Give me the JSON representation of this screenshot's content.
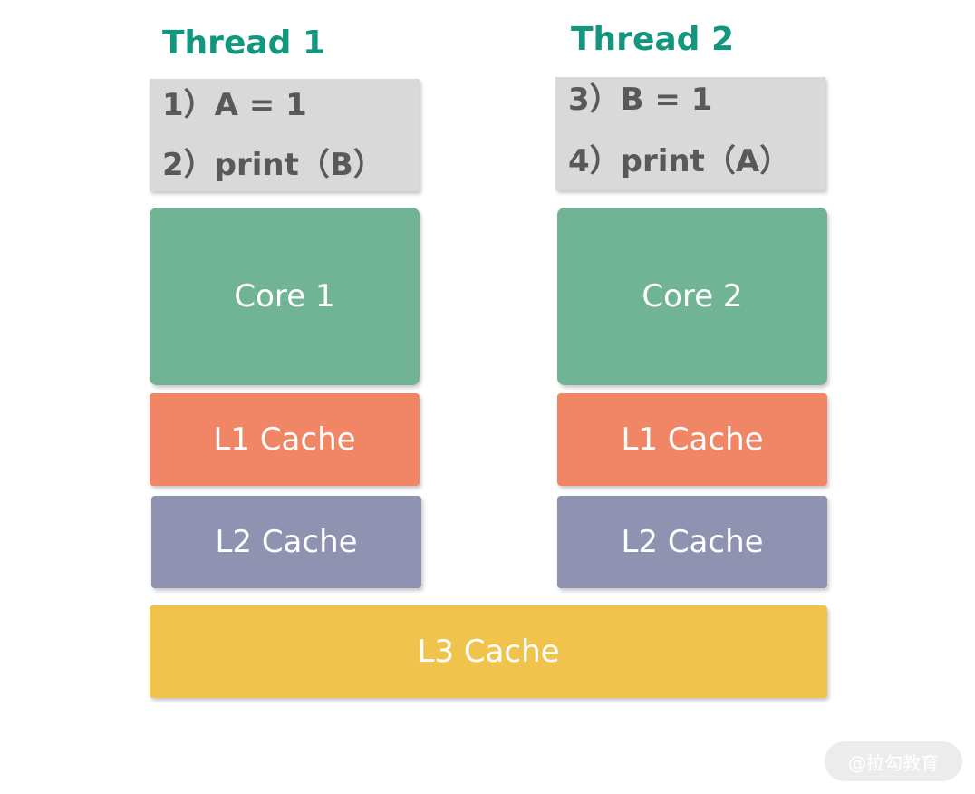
{
  "threads": [
    {
      "title": "Thread 1",
      "code": [
        "1）A = 1",
        "2）print（B）"
      ],
      "core": "Core 1",
      "l1": "L1 Cache",
      "l2": "L2 Cache"
    },
    {
      "title": "Thread 2",
      "code": [
        "3）B = 1",
        "4）print（A）"
      ],
      "core": "Core 2",
      "l1": "L1 Cache",
      "l2": "L2 Cache"
    }
  ],
  "shared": {
    "l3": "L3 Cache"
  },
  "watermark": "@拉勾教育",
  "colors": {
    "title": "#12977e",
    "code_box": "#d9d9d9",
    "core": "#71b495",
    "l1": "#f08666",
    "l2": "#8f92b1",
    "l3": "#f0c44c"
  }
}
